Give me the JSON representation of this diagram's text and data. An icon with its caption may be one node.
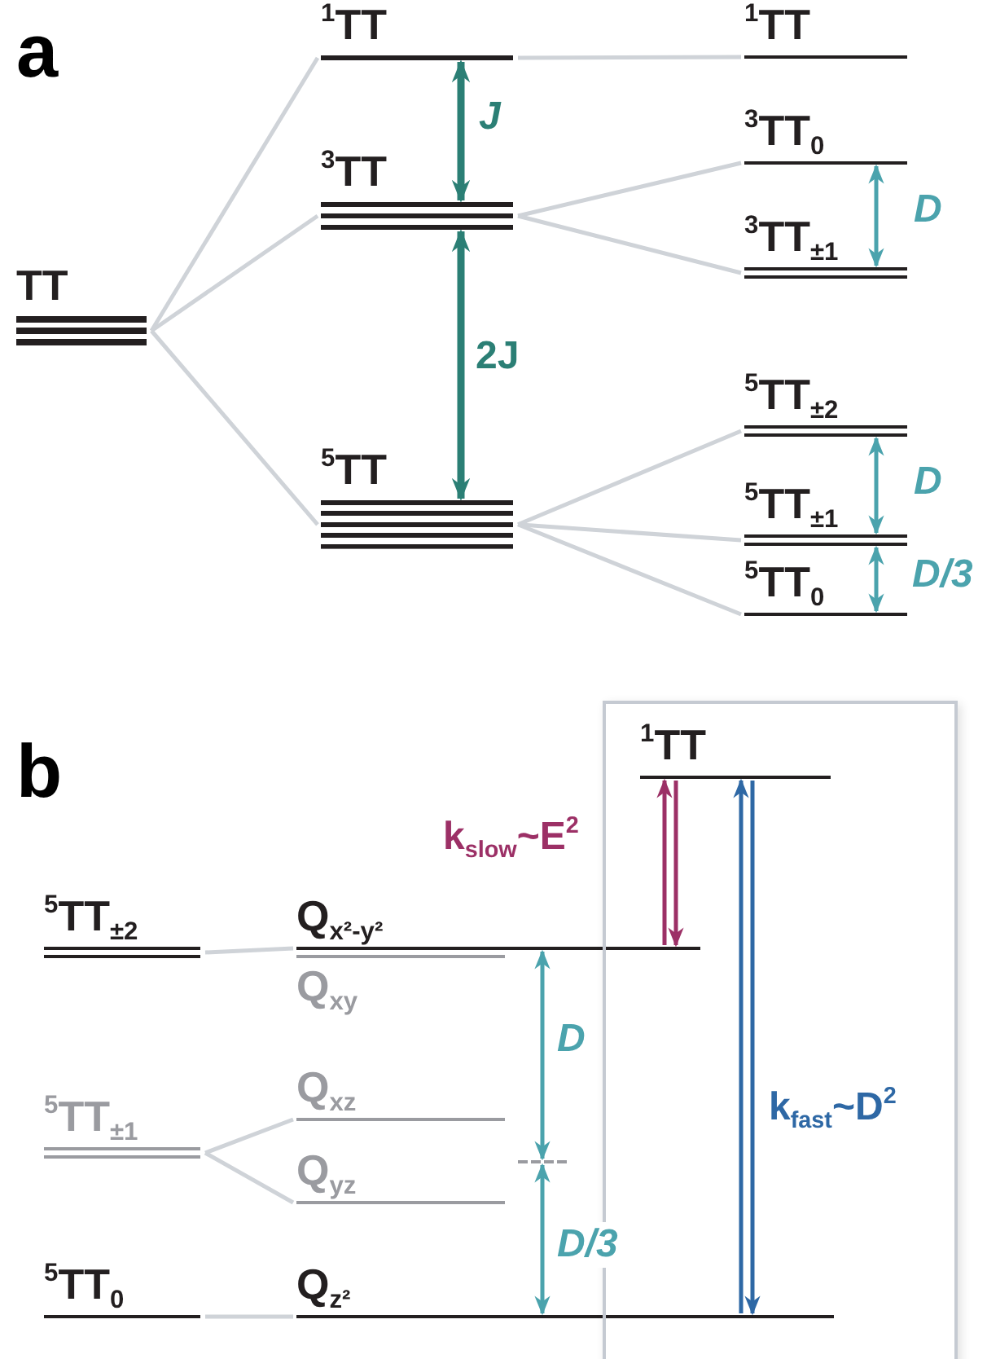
{
  "diagram": {
    "nodes": [
      {
        "text": [
          "TT"
        ]
      },
      {
        "text": [
          "$^{1}$TT"
        ]
      },
      {
        "text": [
          "$^{3}$TT"
        ]
      },
      {
        "text": [
          "$^{5}$TT"
        ]
      },
      {
        "text": [
          "$^{1}$TT"
        ]
      },
      {
        "text": [
          "$^{3}$TT$_{0}$"
        ]
      },
      {
        "text": [
          "$^{3}$TT$_{±1}$"
        ]
      },
      {
        "text": [
          "$^{5}$TT$_{±2}$"
        ]
      },
      {
        "text": [
          "$^{5}$TT$_{±1}$"
        ]
      },
      {
        "text": [
          "$^{5}$TT$_{0}$"
        ]
      },
      {
        "text": [
          "$^{5}$TT$_{±2}$"
        ]
      },
      {
        "text": [
          "$^{5}$TT$_{±1}$"
        ]
      },
      {
        "text": [
          "$^{5}$TT$_{0}$"
        ]
      },
      {
        "text": [
          "Q$_{x²-y²}$"
        ]
      },
      {
        "text": [
          "Q$_{xy}$"
        ]
      },
      {
        "text": [
          "Q$_{xz}$"
        ]
      },
      {
        "text": [
          "Q$_{yz}$"
        ]
      },
      {
        "text": [
          "Q$_{z²}$"
        ]
      },
      {
        "text": [],
        "shape": "line"
      },
      {
        "text": [],
        "shape": "box"
      },
      {
        "text": [
          "$^{1}$TT"
        ],
        "in": 19
      }
    ],
    "edges": [
      {
        "from": 0,
        "to": 1,
        "arrow": "none"
      },
      {
        "from": 0,
        "to": 2,
        "arrow": "none"
      },
      {
        "from": 0,
        "to": 3,
        "arrow": "none"
      },
      {
        "from": 1,
        "to": 4,
        "arrow": "none"
      },
      {
        "from": 2,
        "to": 5,
        "arrow": "none"
      },
      {
        "from": 2,
        "to": 6,
        "arrow": "none"
      },
      {
        "from": 3,
        "to": 7,
        "arrow": "none"
      },
      {
        "from": 3,
        "to": 8,
        "arrow": "none"
      },
      {
        "from": 3,
        "to": 9,
        "arrow": "none"
      },
      {
        "from": 1,
        "to": 2,
        "arrow": "both",
        "label": "J",
        "style": "thick",
        "color": "#2b7f75"
      },
      {
        "from": 2,
        "to": 3,
        "arrow": "both",
        "label": "2J",
        "style": "thick",
        "color": "#2b7f75"
      },
      {
        "from": 5,
        "to": 6,
        "arrow": "both",
        "label": "D",
        "color": "#4ba3ad"
      },
      {
        "from": 7,
        "to": 8,
        "arrow": "both",
        "label": "D",
        "color": "#4ba3ad"
      },
      {
        "from": 8,
        "to": 9,
        "arrow": "both",
        "label": "D/3",
        "color": "#4ba3ad"
      },
      {
        "from": 10,
        "to": 13,
        "arrow": "none"
      },
      {
        "from": 11,
        "to": 15,
        "arrow": "none"
      },
      {
        "from": 11,
        "to": 16,
        "arrow": "none"
      },
      {
        "from": 12,
        "to": 17,
        "arrow": "none"
      },
      {
        "from": 13,
        "to": 18,
        "arrow": "both",
        "label": "D",
        "color": "#4ba3ad"
      },
      {
        "from": 18,
        "to": 17,
        "arrow": "both",
        "label": "D/3",
        "color": "#4ba3ad"
      },
      {
        "from": 17,
        "to": 20,
        "arrow": "to",
        "color": "#2e68a5"
      },
      {
        "from": 20,
        "to": 17,
        "arrow": "to",
        "label": "k$_{fast}$~D$^{2}$",
        "color": "#2e68a5"
      },
      {
        "from": 13,
        "to": 20,
        "arrow": "to",
        "color": "#9c3066"
      },
      {
        "from": 20,
        "to": 13,
        "arrow": "to",
        "label": "k$_{slow}$~E$^{2}$",
        "color": "#9c3066"
      }
    ],
    "labels": [
      "a",
      "b"
    ]
  }
}
